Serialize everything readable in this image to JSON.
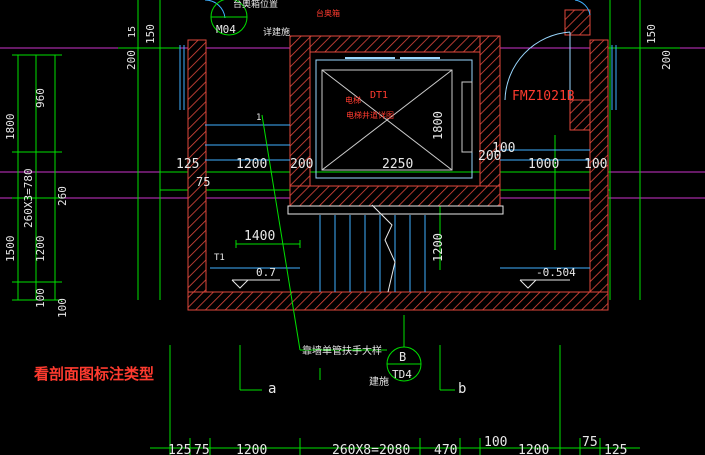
{
  "colors": {
    "background": "#000000",
    "wall": "#e0483c",
    "dimension": "#00e000",
    "text": "#e8e8e8",
    "axis": "#cc33cc",
    "detail": "#3fb0ff",
    "elevator": "#9ad8ff",
    "note": "#ff3b2f"
  },
  "top_labels": {
    "callout_top": "台奥箱位置",
    "callout_top_right": "台奥箱",
    "callout_id": "M04",
    "callout_ref": "详建施",
    "num_15": "15",
    "left_150": "150",
    "left_200": "200",
    "right_150": "150",
    "right_200": "200"
  },
  "left_dims": {
    "d1800": "1800",
    "d960": "960",
    "d260x3": "260X3=780",
    "d260": "260",
    "d1500": "1500",
    "d1200": "1200",
    "d100a": "100",
    "d100b": "100"
  },
  "elevator": {
    "tag": "DT1",
    "note1": "电梯",
    "note2": "电梯井道详图"
  },
  "door_label": "FMZ1021B",
  "mid_dims": {
    "d125": "125",
    "d1200": "1200",
    "d200": "200",
    "d2250": "2250",
    "d200b": "200",
    "d100": "100",
    "d1000": "1000",
    "d100b": "100",
    "d75": "75",
    "d1800v": "1800",
    "d1400": "1400",
    "d1200v": "1200"
  },
  "levels": {
    "left_tag": "T1",
    "left_level": "0.7",
    "right_level": "-0.504",
    "marker_1": "1"
  },
  "bottom_callout": {
    "note": "靠墙单管扶手大样",
    "letter": "B",
    "id": "TD4",
    "ref": "建施"
  },
  "axes": {
    "a": "a",
    "b": "b"
  },
  "bottom_dims": {
    "d125": "125",
    "d75": "75",
    "d1200": "1200",
    "d260x8": "260X8=2080",
    "d470": "470",
    "d100": "100",
    "d1200b": "1200",
    "d75b": "75",
    "d125b": "125"
  },
  "annotation": "看剖面图标注类型"
}
